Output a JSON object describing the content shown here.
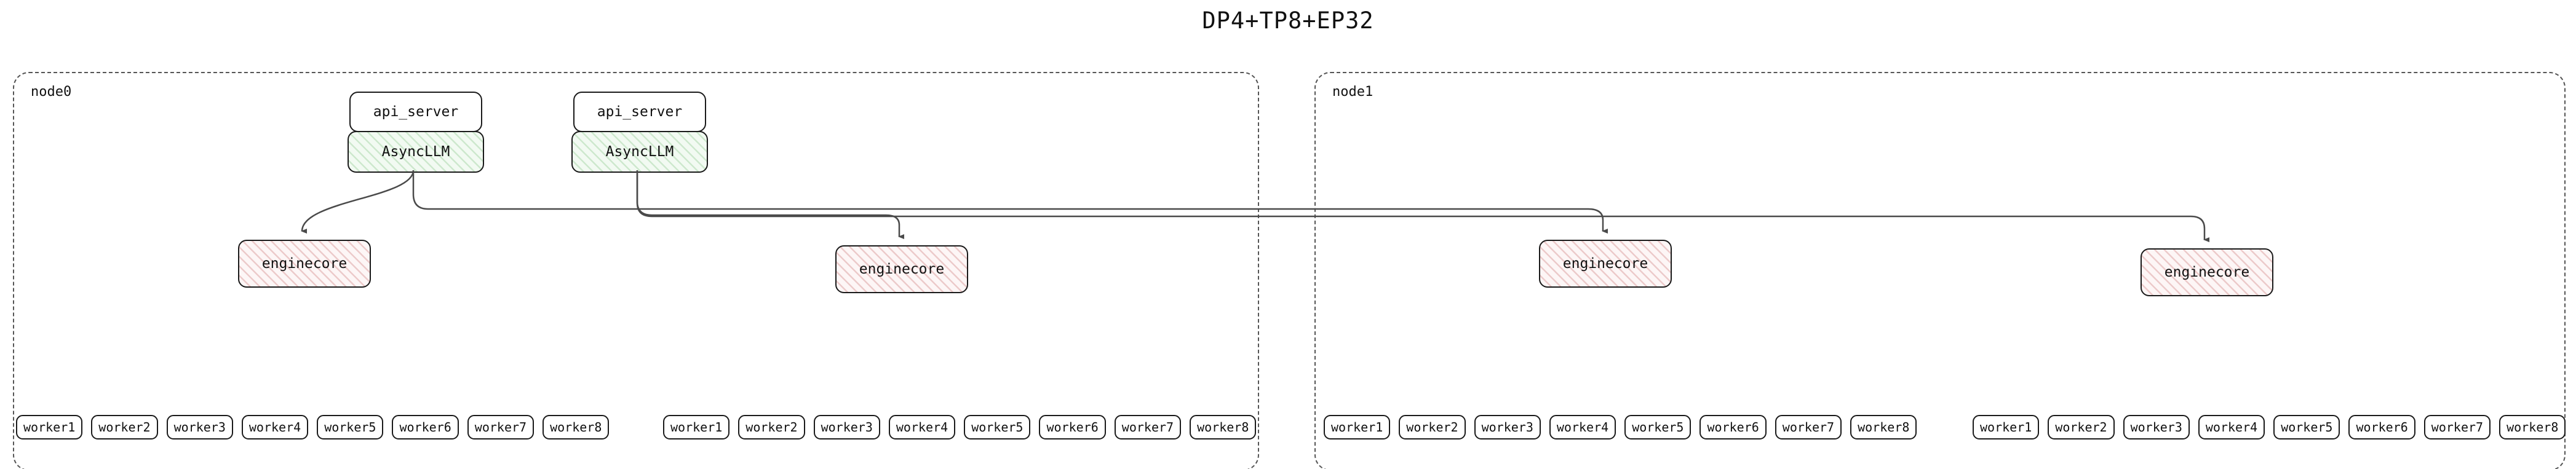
{
  "title": "DP4+TP8+EP32",
  "colors": {
    "border": "#1a1a1a",
    "node_border_dashed": "#555555",
    "asyncllm_fill": "#f2faf2",
    "asyncllm_hatch": "#cde8cd",
    "enginecore_fill": "#fdf6f6",
    "enginecore_hatch": "#eccaca",
    "edge": "#4a4a4a"
  },
  "node0": {
    "label": "node0",
    "api_server1": "api_server",
    "asyncllm1": "AsyncLLM",
    "api_server2": "api_server",
    "asyncllm2": "AsyncLLM",
    "enginecore1": "enginecore",
    "enginecore2": "enginecore",
    "workers1": [
      "worker1",
      "worker2",
      "worker3",
      "worker4",
      "worker5",
      "worker6",
      "worker7",
      "worker8"
    ],
    "workers2": [
      "worker1",
      "worker2",
      "worker3",
      "worker4",
      "worker5",
      "worker6",
      "worker7",
      "worker8"
    ]
  },
  "node1": {
    "label": "node1",
    "enginecore1": "enginecore",
    "enginecore2": "enginecore",
    "workers1": [
      "worker1",
      "worker2",
      "worker3",
      "worker4",
      "worker5",
      "worker6",
      "worker7",
      "worker8"
    ],
    "workers2": [
      "worker1",
      "worker2",
      "worker3",
      "worker4",
      "worker5",
      "worker6",
      "worker7",
      "worker8"
    ]
  }
}
